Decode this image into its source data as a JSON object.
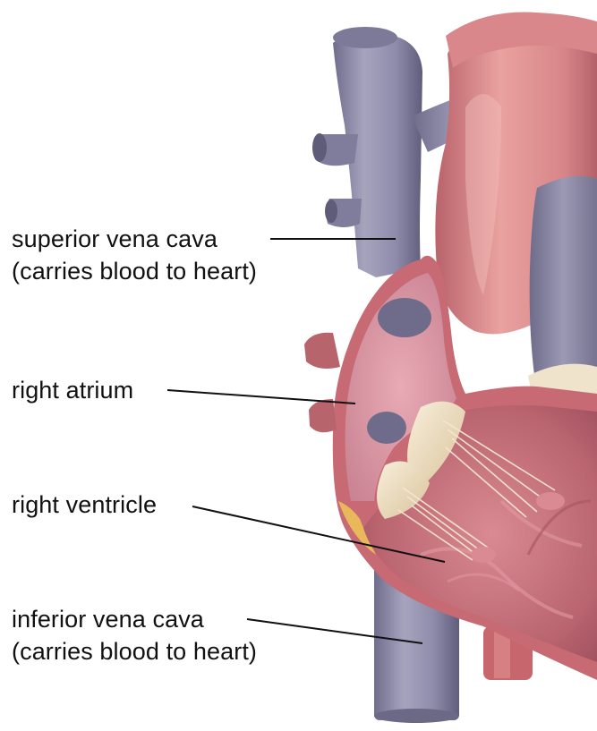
{
  "labels": {
    "superior_vena_cava": {
      "name": "superior vena cava",
      "note": "(carries blood to heart)"
    },
    "right_atrium": {
      "name": "right atrium"
    },
    "right_ventricle": {
      "name": "right ventricle"
    },
    "inferior_vena_cava": {
      "name": "inferior vena cava",
      "note": "(carries blood to heart)"
    }
  },
  "colors": {
    "vena_cava": "#8f8da8",
    "heart_muscle": "#cf7f7f",
    "chamber_interior": "#c97b86",
    "valve": "#eedfc4",
    "fat": "#e9b85a",
    "leader_line": "#111111"
  }
}
